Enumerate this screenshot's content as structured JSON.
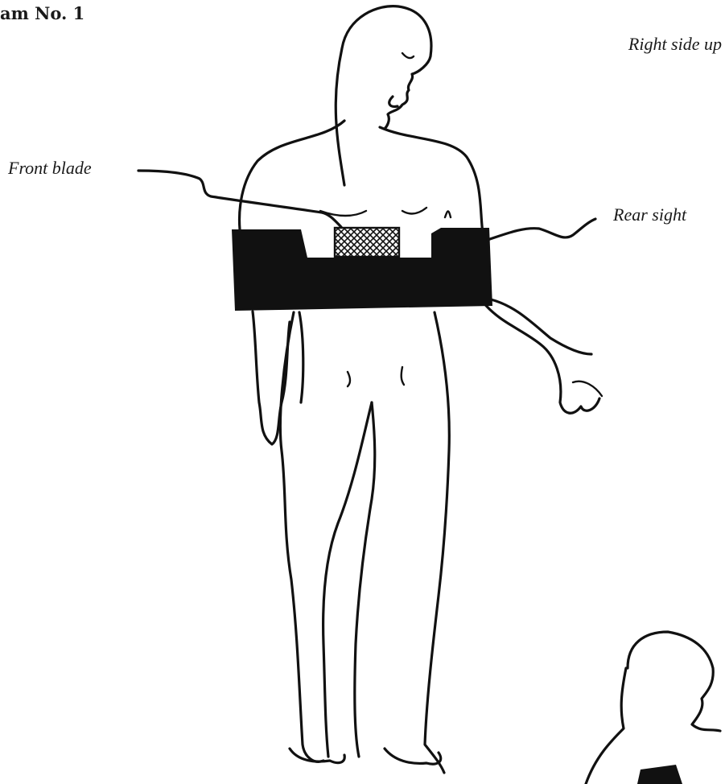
{
  "diagram": {
    "title": "am No. 1",
    "labels": {
      "right_side_up": "Right side up",
      "front_blade": "Front blade",
      "rear_sight": "Rear sight"
    },
    "colors": {
      "ink": "#111111",
      "background": "#ffffff",
      "hatch": "#111111"
    }
  }
}
